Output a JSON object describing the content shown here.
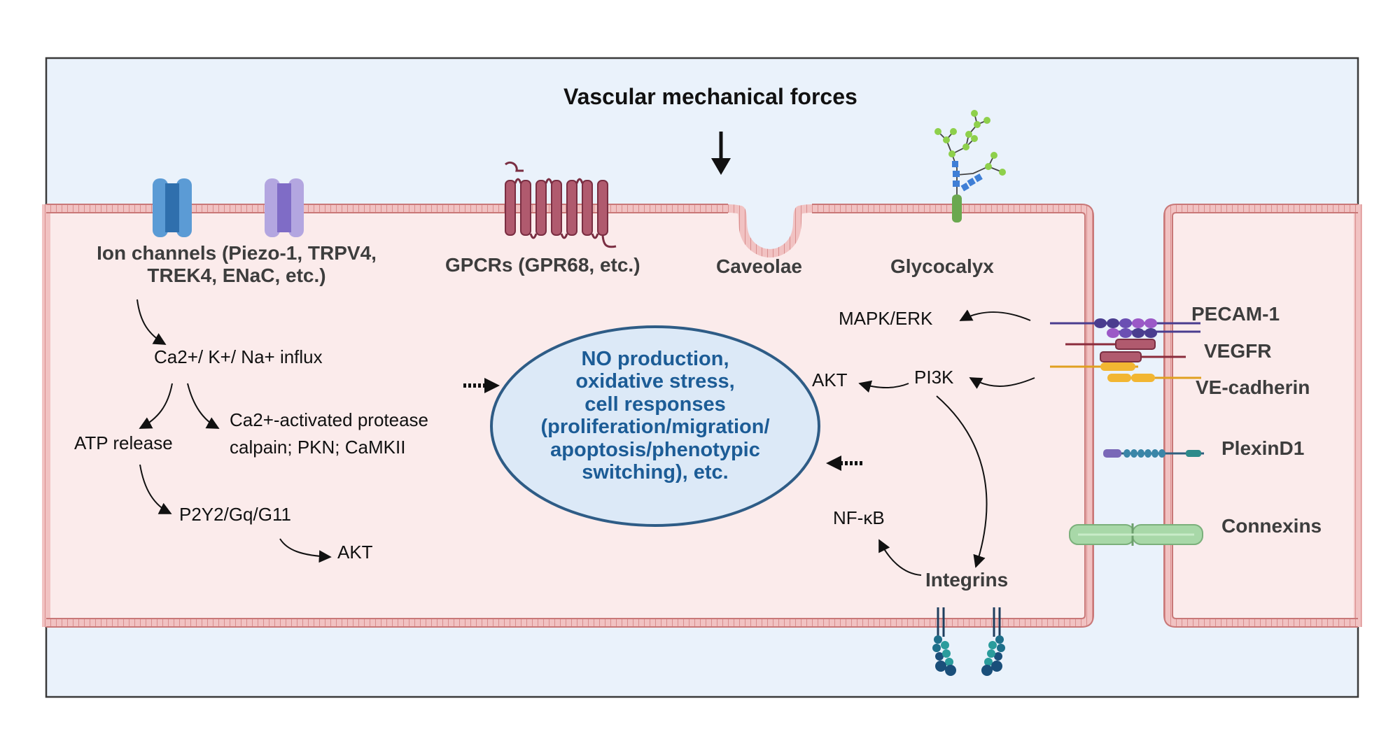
{
  "diagram": {
    "title": "Vascular mechanical forces",
    "membrane_labels": {
      "ion_channels_line1": "Ion channels (Piezo-1, TRPV4,",
      "ion_channels_line2": "TREK4, ENaC, etc.)",
      "gpcrs": "GPCRs (GPR68, etc.)",
      "caveolae": "Caveolae",
      "glycocalyx": "Glycocalyx"
    },
    "left_pathway": {
      "influx": "Ca2+/ K+/ Na+ influx",
      "atp_release": "ATP release",
      "protease_line1": "Ca2+-activated protease",
      "protease_line2": "calpain; PKN; CaMKII",
      "p2y2": "P2Y2/Gq/G11",
      "akt": "AKT"
    },
    "center_outcome": {
      "lines": [
        "NO production,",
        "oxidative stress,",
        "cell responses",
        "(proliferation/migration/",
        "apoptosis/phenotypic",
        "switching), etc."
      ]
    },
    "right_pathway": {
      "mapk": "MAPK/ERK",
      "pi3k": "PI3K",
      "akt": "AKT",
      "nfkb": "NF-κB",
      "integrins": "Integrins"
    },
    "junction_labels": {
      "pecam": "PECAM-1",
      "vegfr": "VEGFR",
      "vecadherin": "VE-cadherin",
      "plexin": "PlexinD1",
      "connexins": "Connexins"
    },
    "colors": {
      "background_blue": "#eaf2fb",
      "cell_fill": "#fbebeb",
      "membrane": "#d58a8a",
      "ellipse_fill": "#dce9f7",
      "ellipse_stroke": "#2e5c86",
      "outcome_text": "#1c5c96"
    }
  }
}
